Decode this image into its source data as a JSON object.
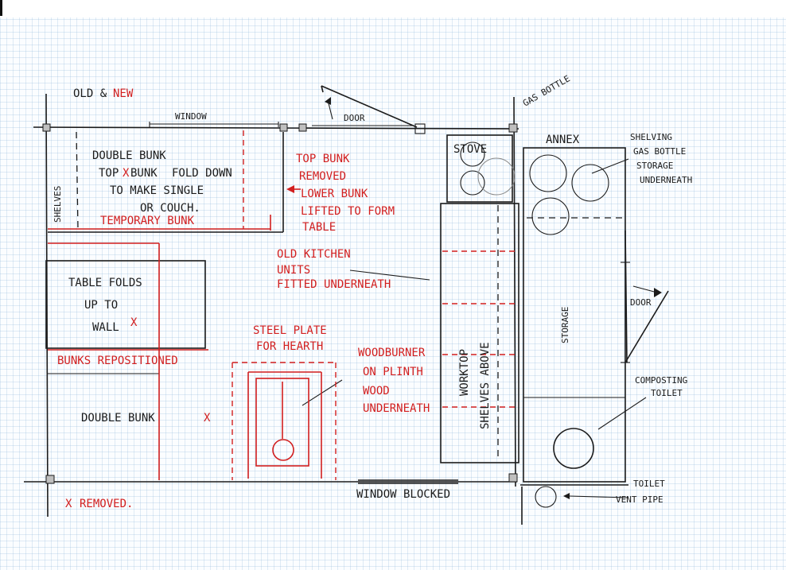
{
  "title": {
    "old": "OLD &",
    "new": "NEW"
  },
  "labels": {
    "window_top": "WINDOW",
    "door_top": "DOOR",
    "gas_bottle": "GAS BOTTLE",
    "annex": "ANNEX",
    "shelving_line1": "SHELVING",
    "shelving_line2": "GAS BOTTLE",
    "shelving_line3": "STORAGE",
    "shelving_line4": "UNDERNEATH",
    "shelves_left": "SHELVES",
    "double_bunk_top_1": "DOUBLE BUNK",
    "double_bunk_top_2": "TOP",
    "double_bunk_top_3": "BUNK",
    "double_bunk_top_4": "FOLD DOWN",
    "double_bunk_top_5": "TO MAKE SINGLE",
    "double_bunk_top_6": "OR COUCH.",
    "temporary_bunk": "TEMPORARY BUNK",
    "top_bunk_note_1": "TOP BUNK",
    "top_bunk_note_2": "REMOVED",
    "top_bunk_note_3": "LOWER BUNK",
    "top_bunk_note_4": "LIFTED TO FORM",
    "top_bunk_note_5": "TABLE",
    "stove": "STOVE",
    "old_kitchen_1": "OLD KITCHEN",
    "old_kitchen_2": "UNITS",
    "old_kitchen_3": "FITTED UNDERNEATH",
    "table_folds_1": "TABLE FOLDS",
    "table_folds_2": "UP TO",
    "table_folds_3": "WALL",
    "bunks_repositioned": "BUNKS REPOSITIONED",
    "steel_plate_1": "STEEL PLATE",
    "steel_plate_2": "FOR HEARTH",
    "woodburner_1": "WOODBURNER",
    "woodburner_2": "ON PLINTH",
    "woodburner_3": "WOOD",
    "woodburner_4": "UNDERNEATH",
    "worktop": "WORKTOP",
    "shelves_above": "SHELVES ABOVE",
    "annex_storage": "STORAGE",
    "door_right": "DOOR",
    "composting_1": "COMPOSTING",
    "composting_2": "TOILET",
    "double_bunk_bottom": "DOUBLE BUNK",
    "removed_note": "REMOVED.",
    "window_blocked": "WINDOW BLOCKED",
    "toilet_vent_1": "TOILET",
    "toilet_vent_2": "VENT PIPE",
    "x_mark": "X"
  },
  "colors": {
    "ink": "#1b1b1b",
    "red_ink": "#d21f1f",
    "grid": "#78aad2"
  }
}
